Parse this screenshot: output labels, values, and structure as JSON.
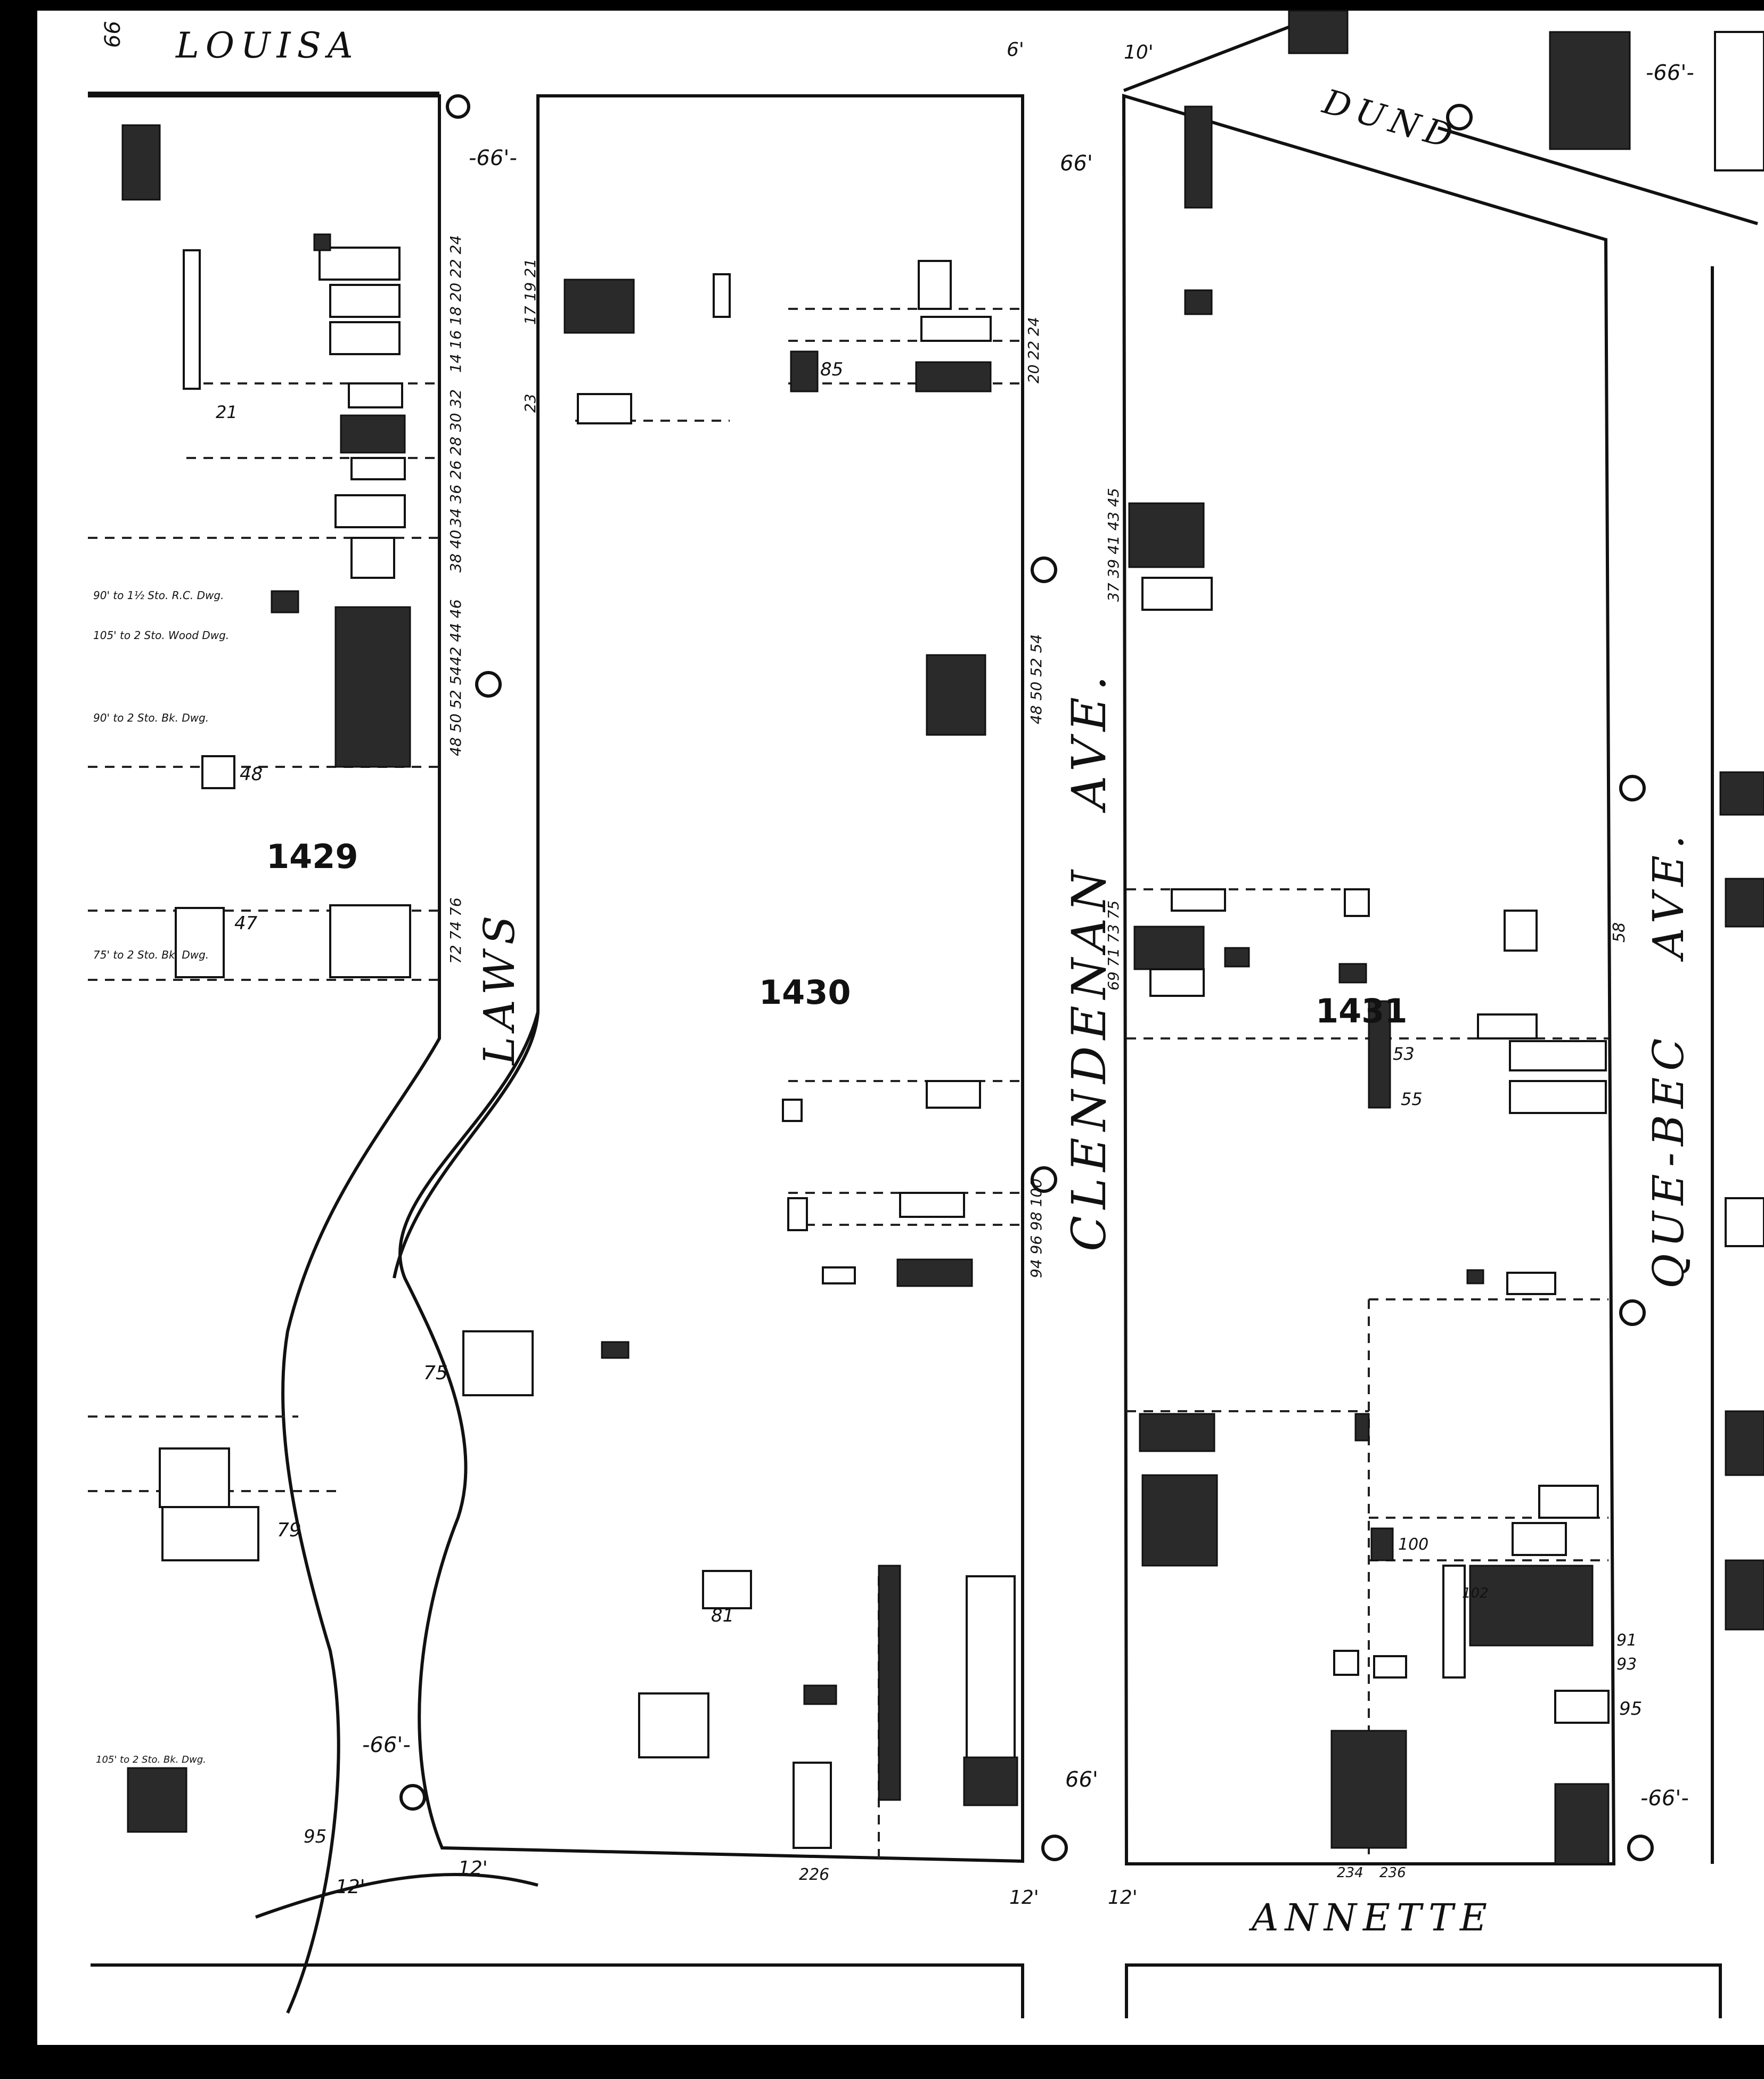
{
  "streets": {
    "louisa": "LOUISA",
    "dundas": "DUND",
    "laws": "LAWS",
    "clendenan": "CLENDENAN",
    "clendenan_ave": "AVE.",
    "quebec": "QUE-BEC",
    "quebec_ave": "AVE.",
    "annette": "ANNETTE"
  },
  "blocks": {
    "b1429": "1429",
    "b1430": "1430",
    "b1431": "1431"
  },
  "widths": {
    "w66_top": "66",
    "w66_laws": "-66'-",
    "w66_clend": "66'",
    "w66_dundas": "-66'-",
    "w66_quebec": "-66'-",
    "w66_bottom_laws": "-66'-",
    "w66_bottom_clend": "66'",
    "w12a": "12'",
    "w12b": "12'",
    "w12c": "12'",
    "w12d": "12'",
    "w6": "6'",
    "w10": "10'"
  },
  "annotations": {
    "n1": "90' to 1½ Sto. R.C. Dwg.",
    "n2": "105' to 2 Sto. Wood Dwg.",
    "n3": "90' to 2 Sto. Bk. Dwg.",
    "n4": "75' to 2 Sto. Bk. Dwg.",
    "n5": "105' to 2 Sto. Bk. Dwg."
  },
  "house_numbers": {
    "h21": "21",
    "h47": "47",
    "h48": "48",
    "h75": "75",
    "h79": "79",
    "h81": "81",
    "h85": "85",
    "h95a": "95",
    "h95b": "95",
    "h53": "53",
    "h55": "55",
    "h100": "100",
    "h226": "226",
    "h234": "234",
    "h236": "236",
    "h58": "58",
    "h91": "91",
    "h93": "93",
    "h102": "102"
  },
  "laws_numbers": [
    "14 16 18 20 22 24",
    "26 28 30 32",
    "34 36",
    "38 40",
    "42 44 46",
    "48 50 52 54",
    "72 74 76"
  ],
  "clendenan_numbers": [
    "17 19 21",
    "23",
    "20 22 24",
    "37 39 41 43 45",
    "48 50 52 54",
    "69 71 73 75",
    "94 96 98 100"
  ],
  "colors": {
    "paper": "#ffffff",
    "ink": "#111111",
    "frame": "#000000"
  }
}
